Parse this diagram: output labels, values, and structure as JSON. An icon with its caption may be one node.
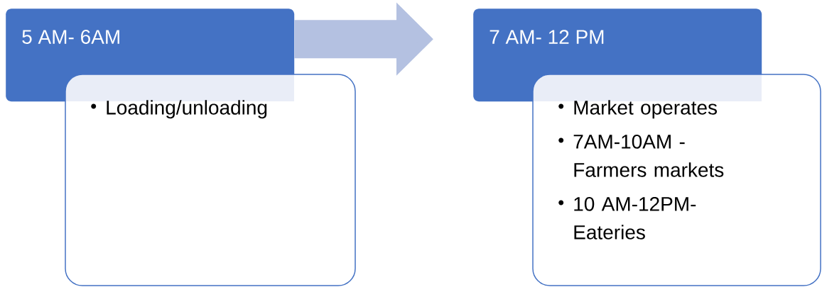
{
  "diagram": {
    "nodes": [
      {
        "text": [
          "5 AM- 6AM"
        ]
      },
      {
        "text": [
          "Loading/unloading"
        ]
      },
      {
        "text": [
          "7 AM- 12 PM"
        ]
      },
      {
        "text": [
          "Market operates",
          "7AM-10AM - Farmers markets",
          "10 AM-12PM- Eateries"
        ]
      }
    ],
    "edges": [
      {
        "from": 0,
        "to": 2,
        "arrow": "to"
      }
    ]
  }
}
